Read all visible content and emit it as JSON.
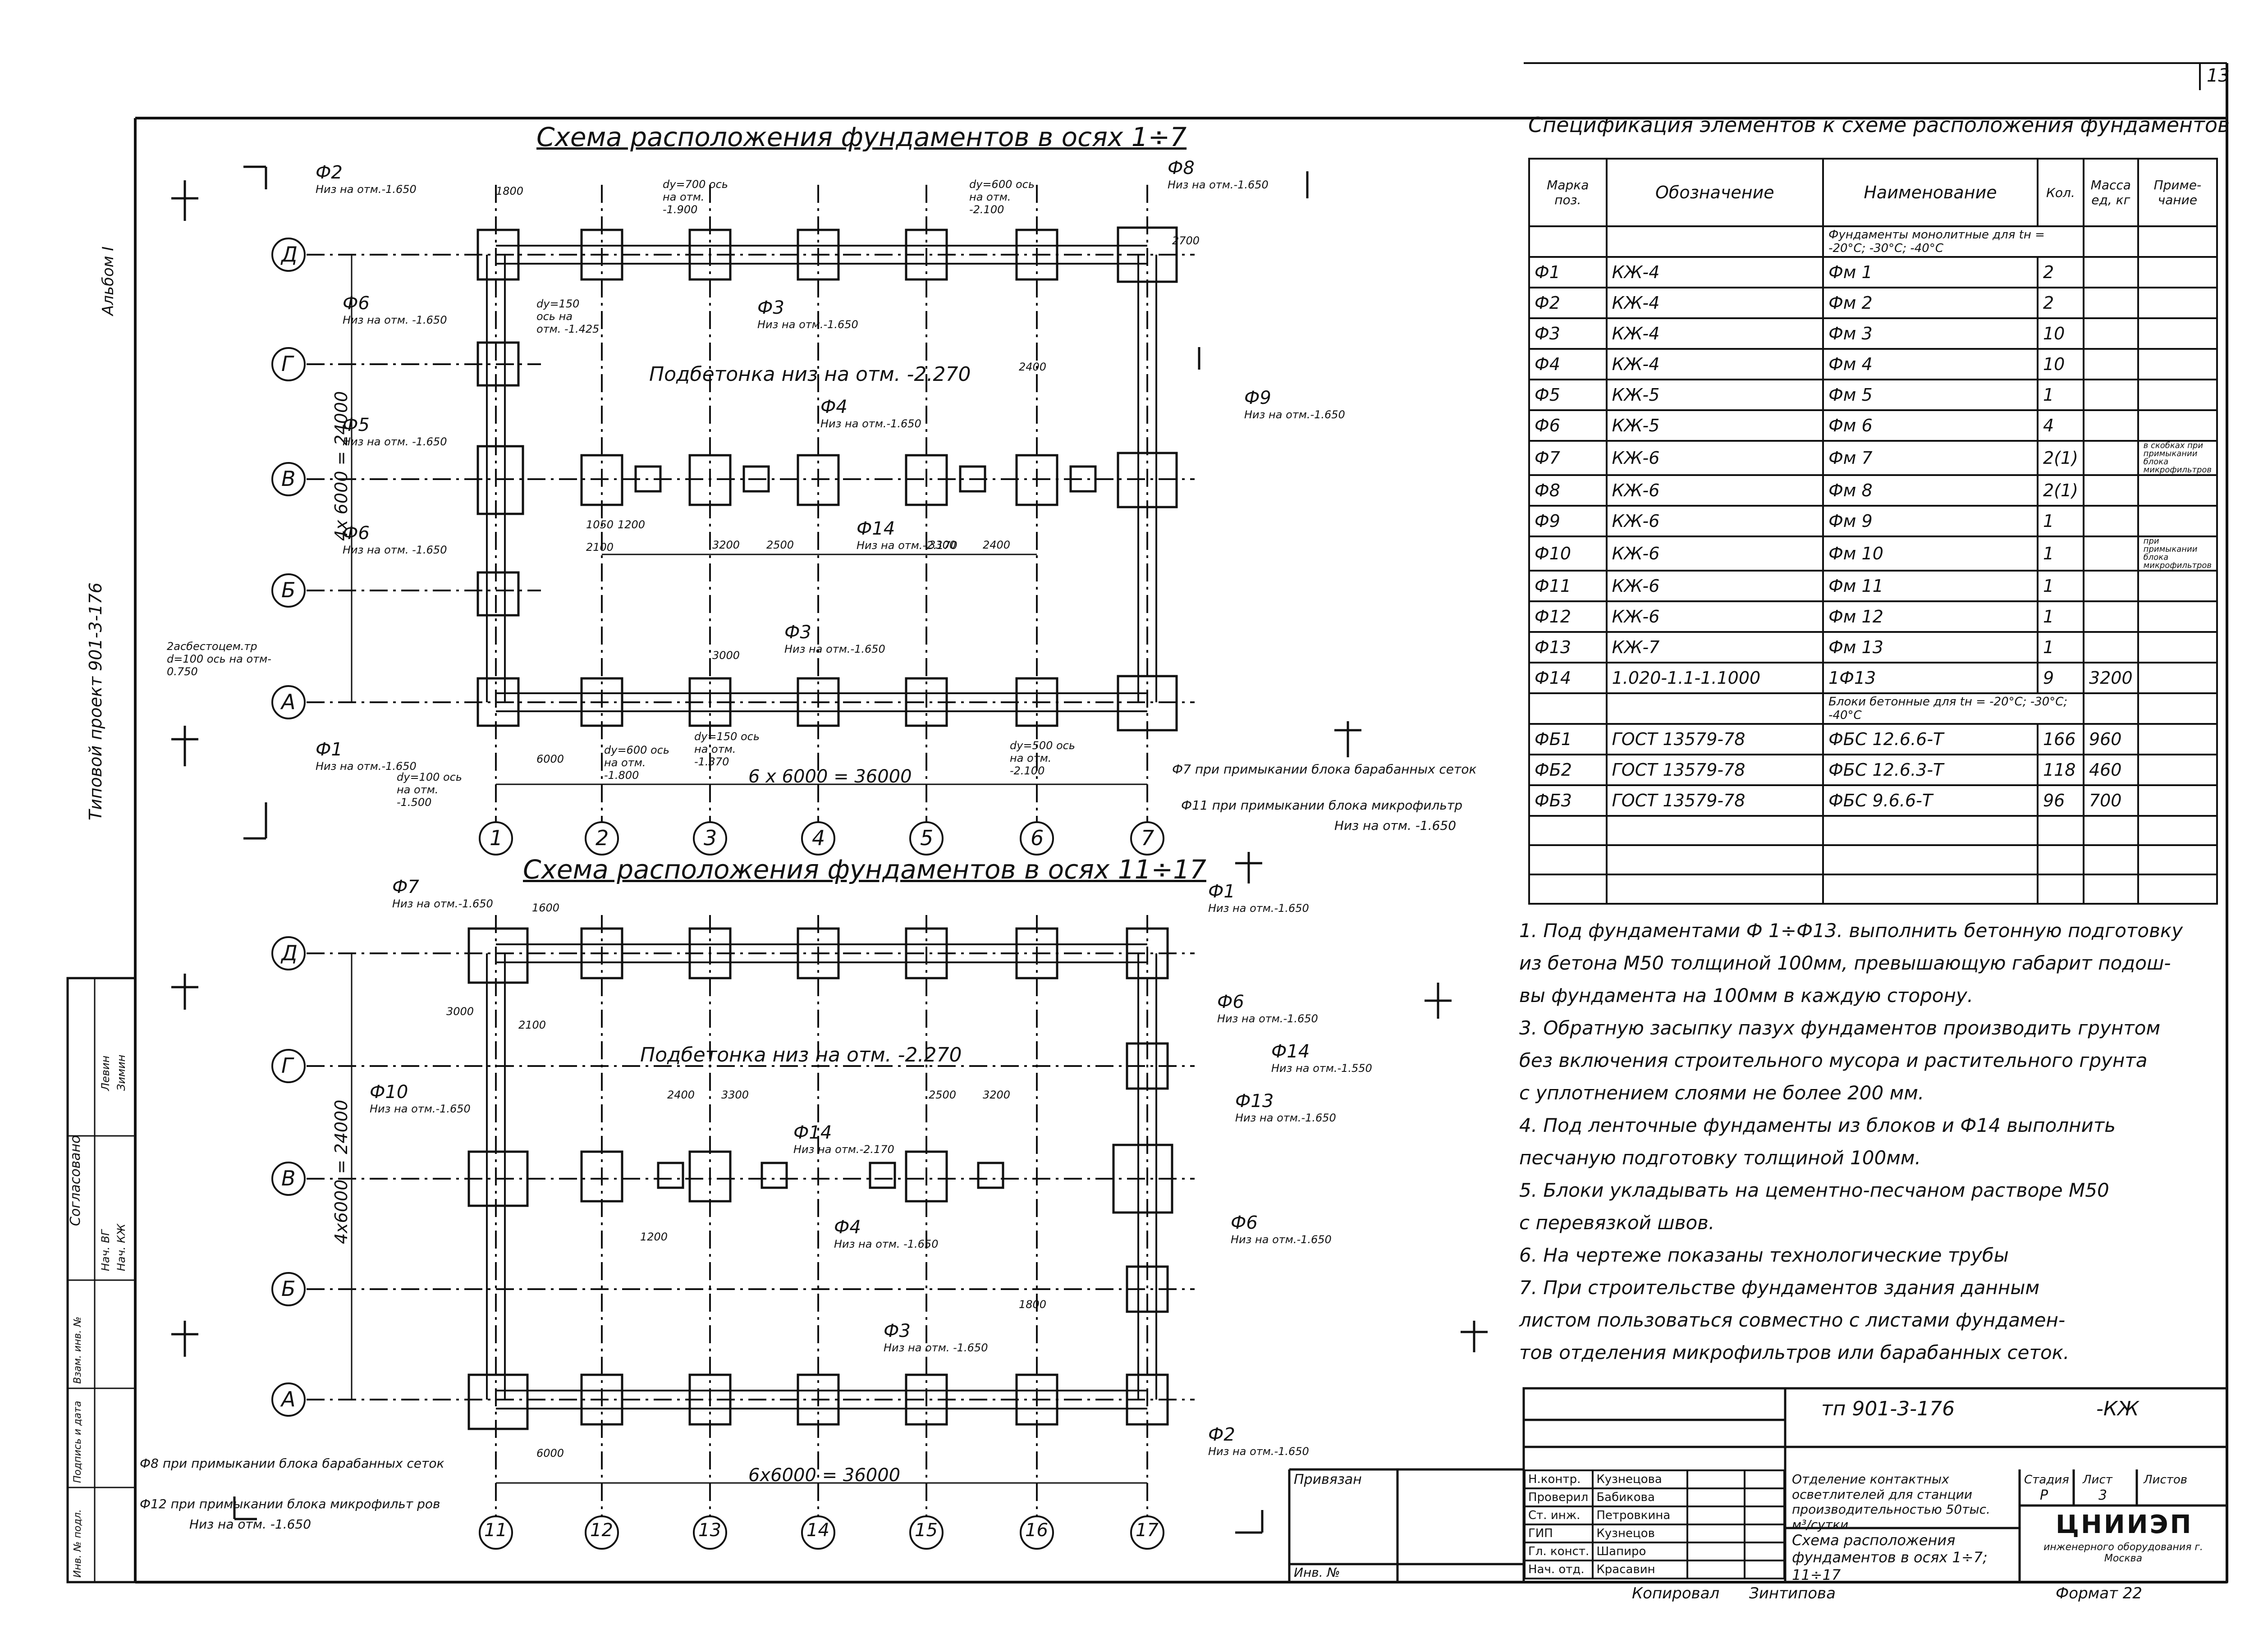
{
  "sheet": {
    "sheet_number": "13",
    "left_margin": "Типовой проект 901-3-176",
    "album": "Альбом I",
    "copied": "Копировал",
    "copied_name": "Зинтипова",
    "format": "Формат 22"
  },
  "plan_top": {
    "title": "Схема расположения фундаментов в осях 1÷7",
    "axis_numbers": [
      "1",
      "2",
      "3",
      "4",
      "5",
      "6",
      "7"
    ],
    "axis_letters": [
      "Д",
      "Г",
      "В",
      "Б",
      "А"
    ],
    "overall_width": "6 x 6000 = 36000",
    "overall_height": "4x 6000 = 24000",
    "concrete_prep": "Подбетонка низ на отм. -2.270",
    "labels": [
      {
        "text": "Ф2",
        "sub": "Низ на отм.-1.650"
      },
      {
        "text": "Ф6",
        "sub": "Низ на отм. -1.650"
      },
      {
        "text": "Ф5",
        "sub": "Низ на отм. -1.650"
      },
      {
        "text": "Ф6",
        "sub": "Низ на отм. -1.650"
      },
      {
        "text": "Ф1",
        "sub": "Низ на отм.-1.650"
      },
      {
        "text": "Ф3",
        "sub": "Низ на отм.-1.650"
      },
      {
        "text": "Ф4",
        "sub": "Низ на отм.-1.650"
      },
      {
        "text": "Ф14",
        "sub": "Низ на отм.-2.170"
      },
      {
        "text": "Ф3",
        "sub": "Низ на отм.-1.650"
      },
      {
        "text": "Ф8",
        "sub": "Низ на отм.-1.650"
      },
      {
        "text": "Ф9",
        "sub": "Низ на отм.-1.650"
      }
    ],
    "pipe_notes": [
      "dy=700 ось на отм. -1.900",
      "dy=600 ось на отм. -2.100",
      "dy=150 ось на отм. -1.425",
      "dy=150 ось на отм. -1.370",
      "dy=600 ось на отм. -1.800",
      "dy=500 ось на отм. -2.100",
      "2асбестоцем.тр d=100 ось на отм- 0.750",
      "dy=100 ось на отм. -1.500"
    ],
    "right_notes": [
      "Ф7 при примыкании блока барабанных сеток",
      "Ф11 при примыкании блока микрофильтр",
      "Низ на отм. -1.650"
    ],
    "dims": [
      "1800",
      "3200",
      "2500",
      "3300",
      "2400",
      "6000",
      "3000",
      "2400",
      "1200",
      "2100",
      "1050",
      "2700"
    ]
  },
  "plan_bottom": {
    "title": "Схема расположения фундаментов в осях 11÷17",
    "axis_numbers": [
      "11",
      "12",
      "13",
      "14",
      "15",
      "16",
      "17"
    ],
    "axis_letters": [
      "Д",
      "Г",
      "В",
      "Б",
      "А"
    ],
    "overall_width": "6x6000 = 36000",
    "overall_height": "4x6000 = 24000",
    "concrete_prep": "Подбетонка низ на отм. -2.270",
    "labels": [
      {
        "text": "Ф7",
        "sub": "Низ на отм.-1.650"
      },
      {
        "text": "Ф10",
        "sub": "Низ на отм.-1.650"
      },
      {
        "text": "Ф1",
        "sub": "Низ на отм.-1.650"
      },
      {
        "text": "Ф6",
        "sub": "Низ на отм.-1.650"
      },
      {
        "text": "Ф14",
        "sub": "Низ на отм.-1.550"
      },
      {
        "text": "Ф13",
        "sub": "Низ на отм.-1.650"
      },
      {
        "text": "Ф6",
        "sub": "Низ на отм.-1.650"
      },
      {
        "text": "Ф3",
        "sub": "Низ на отм. -1.650"
      },
      {
        "text": "Ф4",
        "sub": "Низ на отм. -1.650"
      },
      {
        "text": "Ф14",
        "sub": "Низ на отм.-2.170"
      },
      {
        "text": "Ф2",
        "sub": "Низ на отм.-1.650"
      }
    ],
    "bottom_notes": [
      "Ф8 при примыкании блока барабанных сеток",
      "Ф12 при примыкании блока микрофильт ров",
      "Низ на отм. -1.650"
    ],
    "dims": [
      "2400",
      "3300",
      "2500",
      "3200",
      "1600",
      "6000",
      "3000",
      "2100",
      "1200",
      "1800"
    ]
  },
  "spec": {
    "title": "Спецификация элементов к схеме расположения фундаментов",
    "headers": [
      "Марка поз.",
      "Обозначение",
      "Наименование",
      "Кол.",
      "Масса ед, кг",
      "Приме- чание"
    ],
    "group1": "Фундаменты монолитные для tн = -20°C; -30°C; -40°C",
    "rows": [
      [
        "Ф1",
        "КЖ-4",
        "Фм 1",
        "2",
        "",
        ""
      ],
      [
        "Ф2",
        "КЖ-4",
        "Фм 2",
        "2",
        "",
        ""
      ],
      [
        "Ф3",
        "КЖ-4",
        "Фм 3",
        "10",
        "",
        ""
      ],
      [
        "Ф4",
        "КЖ-4",
        "Фм 4",
        "10",
        "",
        ""
      ],
      [
        "Ф5",
        "КЖ-5",
        "Фм 5",
        "1",
        "",
        ""
      ],
      [
        "Ф6",
        "КЖ-5",
        "Фм 6",
        "4",
        "",
        ""
      ],
      [
        "Ф7",
        "КЖ-6",
        "Фм 7",
        "2(1)",
        "",
        "в скобках при примыкании блока микрофильтров"
      ],
      [
        "Ф8",
        "КЖ-6",
        "Фм 8",
        "2(1)",
        "",
        ""
      ],
      [
        "Ф9",
        "КЖ-6",
        "Фм 9",
        "1",
        "",
        ""
      ],
      [
        "Ф10",
        "КЖ-6",
        "Фм 10",
        "1",
        "",
        "при примыкании блока микрофильтров"
      ],
      [
        "Ф11",
        "КЖ-6",
        "Фм 11",
        "1",
        "",
        ""
      ],
      [
        "Ф12",
        "КЖ-6",
        "Фм 12",
        "1",
        "",
        ""
      ],
      [
        "Ф13",
        "КЖ-7",
        "Фм 13",
        "1",
        "",
        ""
      ],
      [
        "Ф14",
        "1.020-1.1-1.1000",
        "1Ф13",
        "9",
        "3200",
        ""
      ]
    ],
    "group2": "Блоки бетонные для tн = -20°C; -30°C; -40°C",
    "rows2": [
      [
        "ФБ1",
        "ГОСТ 13579-78",
        "ФБС 12.6.6-Т",
        "166",
        "960",
        ""
      ],
      [
        "ФБ2",
        "ГОСТ 13579-78",
        "ФБС 12.6.3-Т",
        "118",
        "460",
        ""
      ],
      [
        "ФБ3",
        "ГОСТ 13579-78",
        "ФБС 9.6.6-Т",
        "96",
        "700",
        ""
      ]
    ]
  },
  "notes": [
    "1. Под фундаментами Ф 1÷Ф13. выполнить бетонную подготовку",
    "из бетона М50 толщиной 100мм, превышающую габарит подош-",
    "вы фундамента на 100мм в каждую сторону.",
    "3. Обратную засыпку пазух фундаментов производить грунтом",
    "без включения строительного мусора и растительного грунта",
    "с уплотнением слоями не более 200 мм.",
    "4. Под ленточные фундаменты из блоков и Ф14 выполнить",
    "песчаную подготовку толщиной 100мм.",
    "5. Блоки укладывать на цементно-песчаном растворе М50",
    "с перевязкой швов.",
    "6. На чертеже показаны технологические трубы",
    "7. При строительстве фундаментов здания данным",
    "листом пользоваться совместно с листами фундамен-",
    "тов отделения микрофильтров или барабанных сеток."
  ],
  "stamp": {
    "code": "тп 901-3-176",
    "mark": "-КЖ",
    "tied": "Привязан",
    "inv": "Инв. №",
    "people": [
      [
        "Н.контр.",
        "Кузнецова"
      ],
      [
        "Проверил",
        "Бабикова"
      ],
      [
        "Ст. инж.",
        "Петровкина"
      ],
      [
        "ГИП",
        "Кузнецов"
      ],
      [
        "Гл. конст.",
        "Шапиро"
      ],
      [
        "Нач. отд.",
        "Красавин"
      ]
    ],
    "object": "Отделение контактных осветлителей для станции производительностью 50тыс. м³/сутки",
    "sheet_title": "Схема расположения фундаментов в осях 1÷7; 11÷17",
    "stage_h": "Стадия",
    "sheet_h": "Лист",
    "sheets_h": "Листов",
    "stage": "Р",
    "sheet": "3",
    "org": "ЦНИИЭП",
    "org_sub": "инженерного оборудования г. Москва"
  },
  "agreed": {
    "title": "Согласовано",
    "rows": [
      "Нач. ВГ",
      "Нач. КЖ"
    ],
    "signs": [
      "Левин",
      "Зимин"
    ]
  },
  "left_strip": [
    "Инв. № подл.",
    "Подпись и дата",
    "Взам. инв. №"
  ]
}
